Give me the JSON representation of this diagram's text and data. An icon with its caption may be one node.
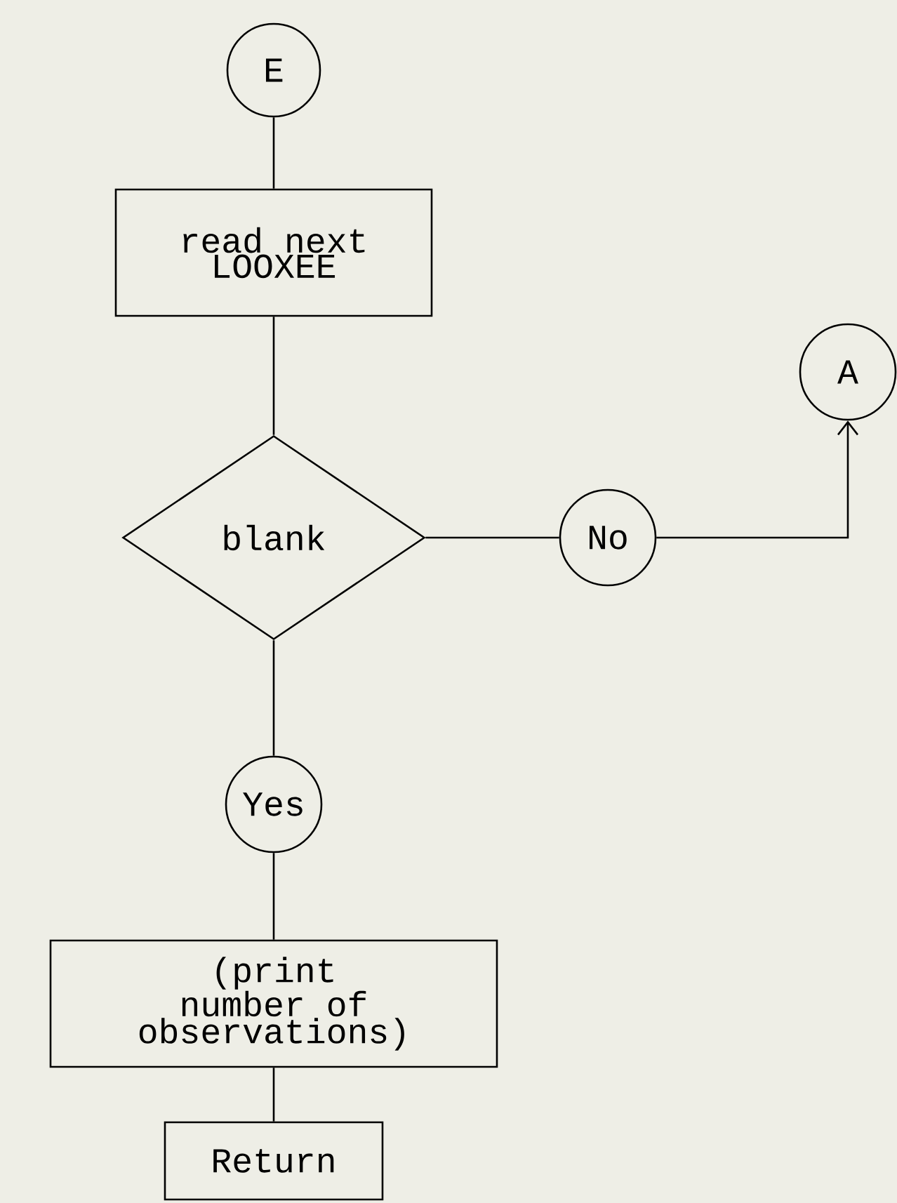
{
  "diagram": {
    "nodes": [
      {
        "text": [
          "E"
        ]
      },
      {
        "text": [
          "read next LOOXEE"
        ]
      },
      {
        "text": [
          "blank"
        ]
      },
      {
        "text": [
          "No"
        ]
      },
      {
        "text": [
          "A"
        ]
      },
      {
        "text": [
          "Yes"
        ]
      },
      {
        "text": [
          "(print number of observations)"
        ]
      },
      {
        "text": [
          "Return"
        ]
      }
    ],
    "edges": [
      {
        "from": 0,
        "to": 1,
        "arrow": "none"
      },
      {
        "from": 1,
        "to": 2,
        "arrow": "none"
      },
      {
        "from": 2,
        "to": 3,
        "arrow": "none"
      },
      {
        "from": 3,
        "to": 4,
        "arrow": "to"
      },
      {
        "from": 2,
        "to": 5,
        "arrow": "none"
      },
      {
        "from": 5,
        "to": 6,
        "arrow": "none"
      },
      {
        "from": 6,
        "to": 7,
        "arrow": "none"
      }
    ]
  }
}
